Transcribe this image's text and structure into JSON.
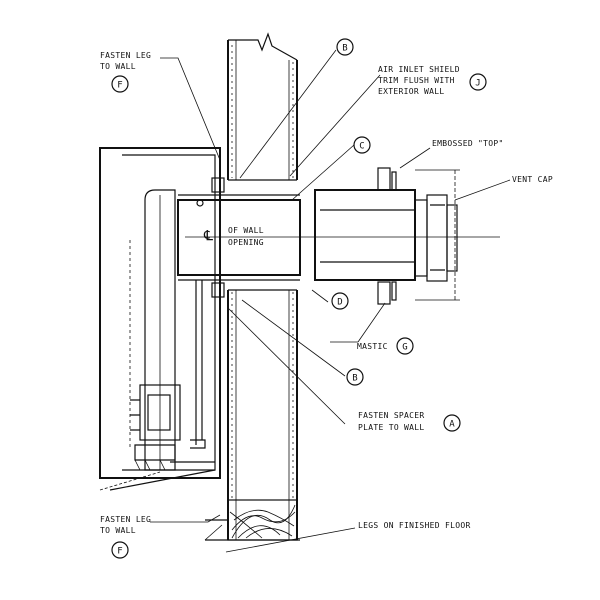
{
  "callouts": {
    "fasten_legs_top": {
      "line1": "FASTEN LEG",
      "line2": "TO WALL",
      "letter": "F"
    },
    "air_inlet": {
      "line1": "AIR INLET SHIELD",
      "line2": "TRIM FLUSH WITH",
      "line3": "EXTERIOR WALL",
      "letter": "J"
    },
    "top_b": {
      "letter": "B"
    },
    "c": {
      "letter": "C"
    },
    "embossed": {
      "text": "EMBOSSED \"TOP\""
    },
    "vent_cap": {
      "text": "VENT CAP"
    },
    "wall_center": {
      "symbol": "℄",
      "line1": "OF WALL",
      "line2": "OPENING"
    },
    "d": {
      "letter": "D"
    },
    "mastic": {
      "text": "MASTIC",
      "letter": "G"
    },
    "bottom_b": {
      "letter": "B"
    },
    "fasten_spacer": {
      "line1": "FASTEN SPACER",
      "line2": "PLATE TO WALL",
      "letter": "A"
    },
    "fasten_legs_bottom": {
      "line1": "FASTEN LEG",
      "line2": "TO WALL",
      "letter": "F"
    },
    "legs_floor": {
      "text": "LEGS ON FINISHED FLOOR"
    }
  }
}
